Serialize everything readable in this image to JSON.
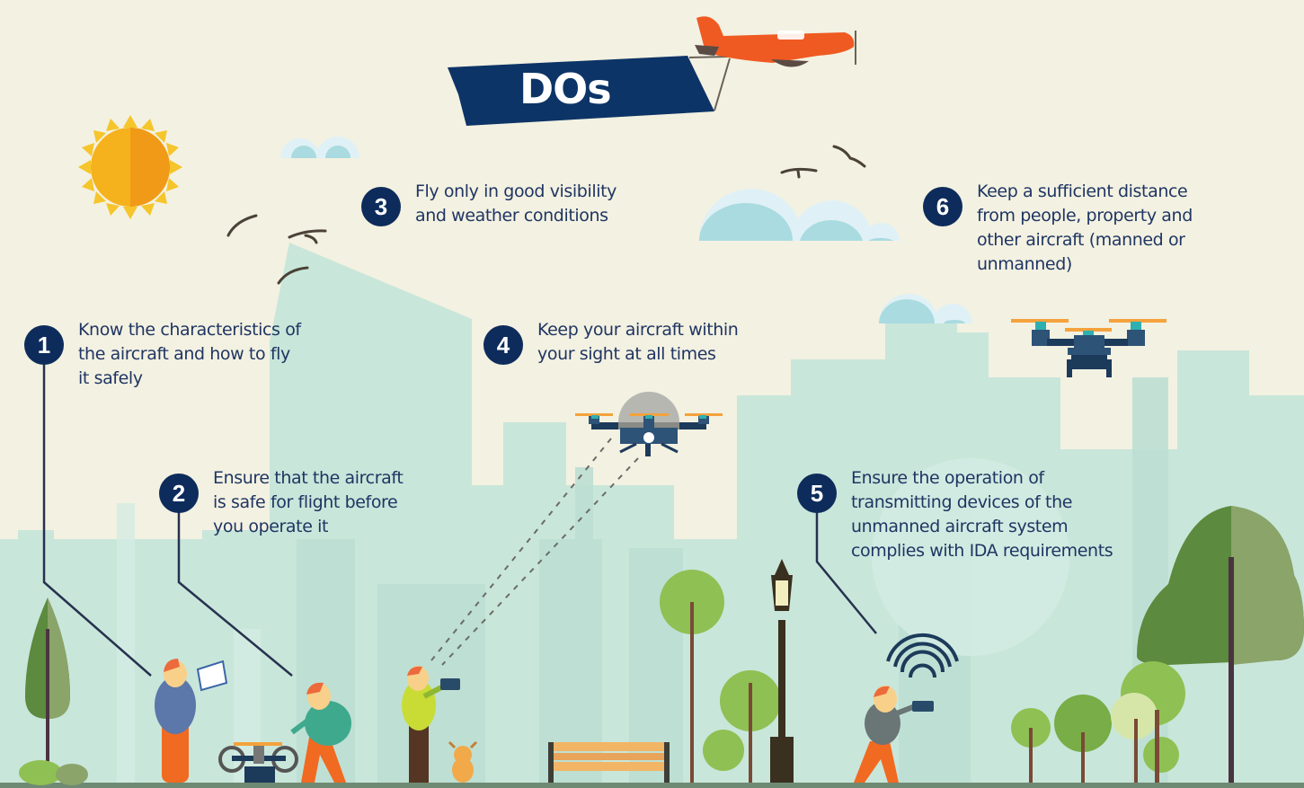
{
  "title": "DOs",
  "colors": {
    "background": "#f3f1e1",
    "banner": "#0d3466",
    "number_badge": "#0d2c5c",
    "text": "#1f3563",
    "city": "#c5e3d8",
    "plane": "#ef5a22",
    "sun": "#f5b51d",
    "ground": "#6f8a73"
  },
  "items": [
    {
      "number": "1",
      "text_lines": [
        "Know the characteristics of",
        "the aircraft and how to fly",
        "it safely"
      ]
    },
    {
      "number": "2",
      "text_lines": [
        "Ensure that the aircraft",
        "is safe for flight before",
        "you operate it"
      ]
    },
    {
      "number": "3",
      "text_lines": [
        "Fly only in good visibility",
        "and weather conditions"
      ]
    },
    {
      "number": "4",
      "text_lines": [
        "Keep your aircraft within",
        "your sight at all times"
      ]
    },
    {
      "number": "5",
      "text_lines": [
        "Ensure the operation of",
        "transmitting devices of the",
        "unmanned aircraft system",
        "complies with IDA requirements"
      ]
    },
    {
      "number": "6",
      "text_lines": [
        "Keep a sufficient distance",
        "from people, property and",
        "other aircraft (manned or",
        "unmanned)"
      ]
    }
  ]
}
